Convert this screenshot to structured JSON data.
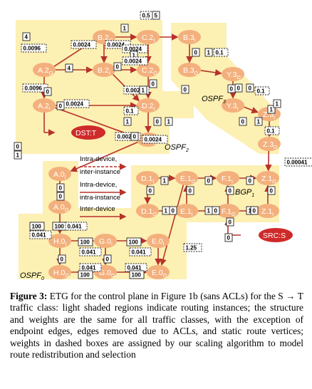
{
  "colors": {
    "region": "#fdf0b3",
    "node": "#f3b07d",
    "arrow": "#b8322a",
    "endpoint": "#cf2a2a"
  },
  "regions": [
    {
      "name": "OSPF",
      "sub": "2"
    },
    {
      "name": "OSPF",
      "sub": "3"
    },
    {
      "name": "BGP",
      "sub": "1"
    },
    {
      "name": "OSPF",
      "sub": "0"
    }
  ],
  "nodes": [
    {
      "id": "B20",
      "base": "B.2",
      "sub": "O"
    },
    {
      "id": "C21",
      "base": "C.2",
      "sub": "I"
    },
    {
      "id": "B31",
      "base": "B.3",
      "sub": "I"
    },
    {
      "id": "A20",
      "base": "A.2",
      "sub": "O"
    },
    {
      "id": "B21",
      "base": "B.2",
      "sub": "I"
    },
    {
      "id": "C20",
      "base": "C.2",
      "sub": "O"
    },
    {
      "id": "B30",
      "base": "B.3",
      "sub": "O"
    },
    {
      "id": "Y30",
      "base": "Y.3",
      "sub": "O"
    },
    {
      "id": "A21",
      "base": "A.2",
      "sub": "I"
    },
    {
      "id": "D21",
      "base": "D.2",
      "sub": "I"
    },
    {
      "id": "Y31",
      "base": "Y.3",
      "sub": "I"
    },
    {
      "id": "Z31",
      "base": "Z.3",
      "sub": "I"
    },
    {
      "id": "D20",
      "base": "D.2",
      "sub": "O"
    },
    {
      "id": "Z30",
      "base": "Z.3",
      "sub": "O"
    },
    {
      "id": "A00",
      "base": "A.0",
      "sub": "I"
    },
    {
      "id": "A01",
      "base": "A.0",
      "sub": "O"
    },
    {
      "id": "D11",
      "base": "D.1",
      "sub": "I"
    },
    {
      "id": "E10",
      "base": "E.1",
      "sub": "O"
    },
    {
      "id": "F11",
      "base": "F.1",
      "sub": "I"
    },
    {
      "id": "Z10",
      "base": "Z.1",
      "sub": "O"
    },
    {
      "id": "D10",
      "base": "D.1",
      "sub": "O"
    },
    {
      "id": "E11",
      "base": "E.1",
      "sub": "I"
    },
    {
      "id": "F10",
      "base": "F.1",
      "sub": "O"
    },
    {
      "id": "Z11",
      "base": "Z.1",
      "sub": "I"
    },
    {
      "id": "H01",
      "base": "H.0",
      "sub": "I"
    },
    {
      "id": "G01",
      "base": "G.0",
      "sub": "I"
    },
    {
      "id": "E01",
      "base": "E.0",
      "sub": "I"
    },
    {
      "id": "H00",
      "base": "H.0",
      "sub": "O"
    },
    {
      "id": "G00",
      "base": "G.0",
      "sub": "O"
    },
    {
      "id": "E00",
      "base": "E.0",
      "sub": "O"
    }
  ],
  "endpoints": {
    "dst": "DST:T",
    "src": "SRC:S"
  },
  "weights": [
    "0.5",
    "5",
    "4",
    "0.0096",
    "0.0024",
    "0.0024",
    "1",
    "0.0024",
    "1",
    "4",
    "0.0096",
    "0",
    "0.0024",
    "0",
    "0",
    "1",
    "0.1",
    "0",
    "0",
    "0",
    "0.0024",
    "1",
    "0",
    "0.1",
    "1",
    "0",
    "1",
    "0.1",
    "0",
    "0.0024",
    "0",
    "0.1",
    "1",
    "0",
    "1",
    "0.0024",
    "0",
    "0.0024",
    "1",
    "0",
    "1",
    "0.00041",
    "0",
    "0",
    "0",
    "0",
    "0",
    "0",
    "100",
    "0.041",
    "100",
    "0.041",
    "1",
    "0",
    "1",
    "0",
    "0",
    "1",
    "0",
    "1",
    "0",
    "0",
    "100",
    "0.041",
    "100",
    "0.041",
    "1.25",
    "0",
    "0.041",
    "100",
    "0.041",
    "100",
    "0",
    "0"
  ],
  "legend": [
    {
      "line1": "Intra-device,",
      "line2": "inter-instance"
    },
    {
      "line1": "Intra-device,",
      "line2": "intra-instance"
    },
    {
      "line1": "Inter-device",
      "line2": ""
    }
  ],
  "caption": {
    "label": "Figure 3:",
    "text": "ETG for the control plane in Figure 1b (sans ACLs) for the S → T traffic class: light shaded regions indicate routing instances; the structure and weights are the same for all traffic classes, with the exception of endpoint edges, edges removed due to ACLs, and static route vertices; weights in dashed boxes are assigned by our scaling algorithm to model route redistribution and selection"
  }
}
